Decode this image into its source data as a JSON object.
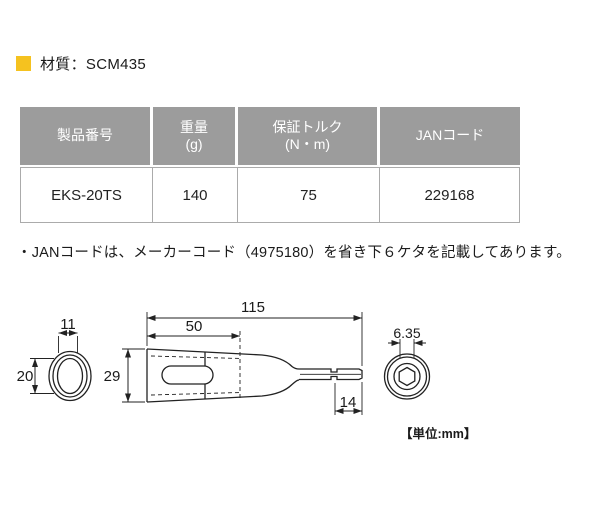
{
  "material": {
    "bullet_color": "#f5c21f",
    "label": "材質：SCM435"
  },
  "spec_table": {
    "header_bg": "#9c9c9c",
    "columns": [
      {
        "line1": "製品番号",
        "line2": ""
      },
      {
        "line1": "重量",
        "line2": "(g)"
      },
      {
        "line1": "保証トルク",
        "line2": "(N・m)"
      },
      {
        "line1": "JANコード",
        "line2": ""
      }
    ],
    "row": {
      "product_no": "EKS-20TS",
      "weight_g": "140",
      "torque_nm": "75",
      "jan_code": "229168"
    }
  },
  "note": "・JANコードは、メーカーコード（4975180）を省き下６ケタを記載してあります。",
  "drawing": {
    "dimensions": {
      "front_opening_width": "11",
      "front_opening_height": "20",
      "body_diameter": "29",
      "total_length": "115",
      "sleeve_length": "50",
      "shank_insert_length": "14",
      "hex_size": "6.35"
    },
    "unit_label": "【単位:mm】",
    "line_color": "#222222"
  }
}
